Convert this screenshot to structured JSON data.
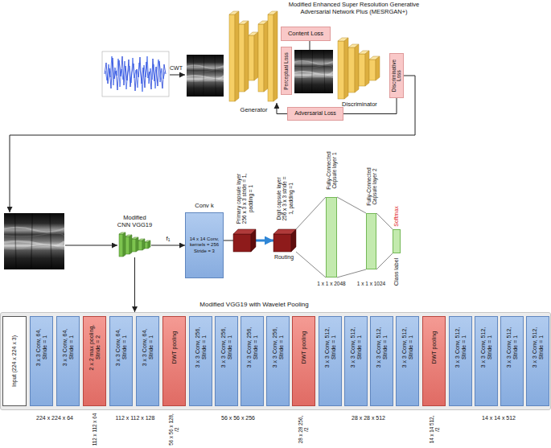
{
  "diagram": {
    "title": "Modified Enhanced Super Resolution Generative Adversarial Network Plus (MESRGAN+)",
    "nodes": [
      {
        "text": [
          "Generator"
        ]
      },
      {
        "text": [
          "Perceptual Loss"
        ]
      },
      {
        "text": [
          "Content Loss"
        ]
      },
      {
        "text": [
          "Discriminator"
        ]
      },
      {
        "text": [
          "Discriminative Loss"
        ]
      },
      {
        "text": [
          "Adversarial Loss"
        ]
      },
      {
        "text": [
          "Modified CNN VGG19"
        ]
      },
      {
        "text": [
          "Conv k",
          "14 x 14 Conv, kernels = 256 Stride = 3"
        ]
      },
      {
        "text": [
          "Primary capsule layer 256 x 3 x 3 stride = 1, padding = 1"
        ]
      },
      {
        "text": [
          "Digit capsule layer 256 x 3 x 3 stride = 1, padding =1"
        ]
      },
      {
        "text": [
          "Fully-Connected Capsule layer 1",
          "1 x 1 x 2048"
        ]
      },
      {
        "text": [
          "Fully-Connected Capsule layer 2",
          "1 x 1 x 1024"
        ]
      },
      {
        "text": [
          "Softmax",
          "Class label"
        ]
      },
      {
        "text": [
          "Modified VGG19 with Wavelet Pooling"
        ]
      },
      {
        "text": [
          "Input (224 x 224 x 3)"
        ],
        "in": 13
      },
      {
        "text": [
          "3 x 3 Conv, 64, Stride = 1"
        ],
        "in": 13
      },
      {
        "text": [
          "3 x 3 Conv, 64, Stride = 1"
        ],
        "in": 13
      },
      {
        "text": [
          "2 x 2 max pooling, Stride = 2"
        ],
        "in": 13
      },
      {
        "text": [
          "3 x 3 Conv, 64, Stride = 1"
        ],
        "in": 13
      },
      {
        "text": [
          "3 x 3 Conv, 64, Stride = 1"
        ],
        "in": 13
      },
      {
        "text": [
          "DWT pooling"
        ],
        "in": 13
      },
      {
        "text": [
          "3 x 3 Conv, 256, Stride = 1"
        ],
        "in": 13
      },
      {
        "text": [
          "3 x 3 Conv, 256, Stride = 1"
        ],
        "in": 13
      },
      {
        "text": [
          "3 x 3 Conv, 256, Stride = 1"
        ],
        "in": 13
      },
      {
        "text": [
          "3 x 3 Conv, 256, Stride = 1"
        ],
        "in": 13
      },
      {
        "text": [
          "DWT pooling"
        ],
        "in": 13
      },
      {
        "text": [
          "3 x 3 Conv, 512, Stride = 1"
        ],
        "in": 13
      },
      {
        "text": [
          "3 x 3 Conv, 512, Stride = 1"
        ],
        "in": 13
      },
      {
        "text": [
          "3 x 3 Conv, 512, Stride = 1"
        ],
        "in": 13
      },
      {
        "text": [
          "3 x 3 Conv, 512, Stride = 1"
        ],
        "in": 13
      },
      {
        "text": [
          "DWT pooling"
        ],
        "in": 13
      },
      {
        "text": [
          "3 x 3 Conv, 512, Stride = 1"
        ],
        "in": 13
      },
      {
        "text": [
          "3 x 3 Conv, 512, Stride = 1"
        ],
        "in": 13
      },
      {
        "text": [
          "3 x 3 Conv, 512, Stride = 1"
        ],
        "in": 13
      },
      {
        "text": [
          "3 x 3 Conv, 512, Stride = 1"
        ],
        "in": 13
      }
    ],
    "edges": [
      {
        "from": 4,
        "to": 5,
        "arrow": "none"
      },
      {
        "from": 5,
        "to": 0,
        "arrow": "to"
      },
      {
        "from": 6,
        "to": 7,
        "label": "f₁",
        "arrow": "to"
      },
      {
        "from": 7,
        "to": 8,
        "arrow": "none"
      },
      {
        "from": 8,
        "to": 9,
        "label": "Routing",
        "arrow": "to"
      },
      {
        "from": 9,
        "to": 10,
        "arrow": "none"
      },
      {
        "from": 10,
        "to": 11,
        "arrow": "none"
      },
      {
        "from": 11,
        "to": 12,
        "arrow": "none"
      },
      {
        "from": 6,
        "to": 13,
        "arrow": "to"
      }
    ],
    "labels": [
      "CWT",
      "224 x 224 x 64",
      "112 x 112 x 64",
      "112 x 112 x 128",
      "56 x 56 x 128, /2",
      "56 x 56 x 256",
      "28 x 28 256, /2",
      "28 x 28 x 512",
      "14 x 14 512, /2",
      "14 x 14 x 512"
    ]
  }
}
